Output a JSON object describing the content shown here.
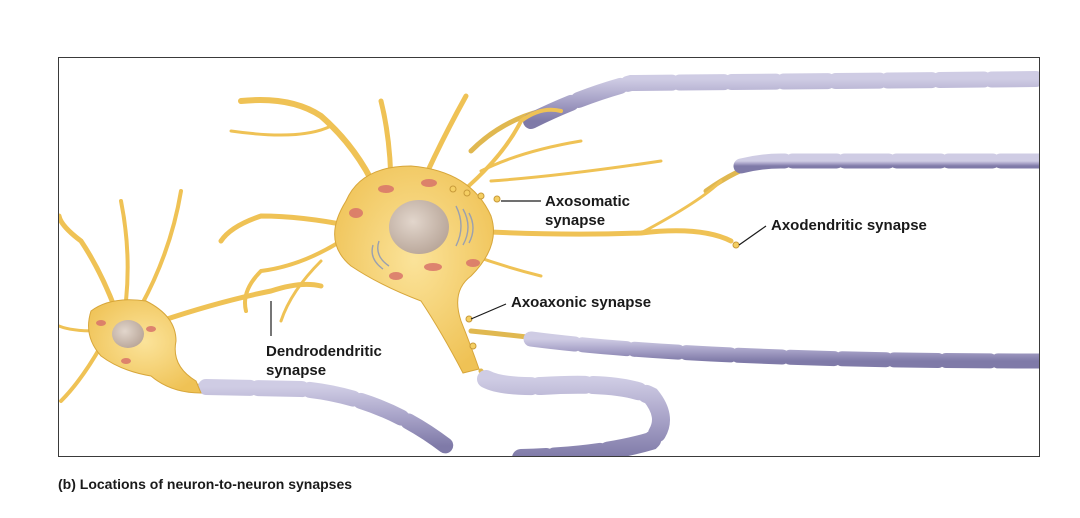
{
  "labels": {
    "axosomatic_line1": "Axosomatic",
    "axosomatic_line2": "synapse",
    "axodendritic": "Axodendritic synapse",
    "axoaxonic": "Axoaxonic synapse",
    "dendrodendritic_line1": "Dendrodendritic",
    "dendrodendritic_line2": "synapse"
  },
  "caption": {
    "tag": "(b)",
    "text": "Locations of neuron-to-neuron synapses"
  },
  "colors": {
    "neuron_fill": "#f5cf63",
    "neuron_edge": "#d7a63a",
    "nucleus": "#c6b6a8",
    "myelin": "#a8a3c8",
    "myelin_edge": "#7a76a3",
    "node": "#e0b850",
    "organelle": "#d9746a"
  }
}
